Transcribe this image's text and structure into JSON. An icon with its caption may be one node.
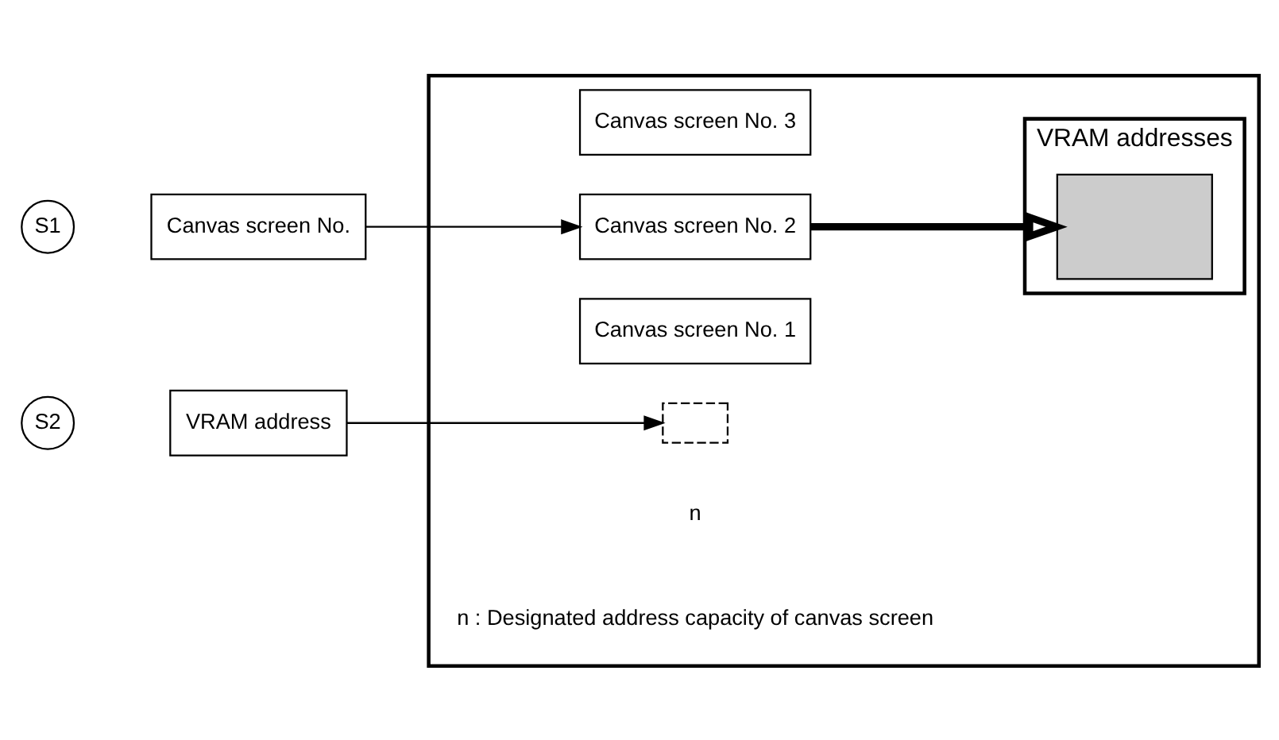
{
  "diagram": {
    "nodes": [
      {
        "text": [],
        "shape": "box"
      },
      {
        "text": [
          "S1"
        ]
      },
      {
        "text": [
          "Canvas screen No."
        ]
      },
      {
        "text": [
          "S2"
        ]
      },
      {
        "text": [
          "VRAM address"
        ]
      },
      {
        "text": [
          "Canvas screen No. 1"
        ],
        "in": 0
      },
      {
        "text": [
          "Canvas screen No. 2"
        ],
        "in": 0
      },
      {
        "text": [
          "Canvas screen No. 3"
        ],
        "in": 0
      },
      {
        "text": [
          "VRAM addresses"
        ],
        "in": 0
      },
      {
        "text": [],
        "shape": "box",
        "in": 0
      },
      {
        "text": [],
        "shape": "box",
        "in": 8
      }
    ],
    "edges": [
      {
        "from": 2,
        "to": 6,
        "arrow": "to"
      },
      {
        "from": 4,
        "to": 9,
        "arrow": "to"
      },
      {
        "from": 6,
        "to": 10,
        "arrow": "to",
        "style": "thick"
      }
    ],
    "labels": [
      "n",
      "n : Designated address capacity of canvas screen"
    ]
  }
}
